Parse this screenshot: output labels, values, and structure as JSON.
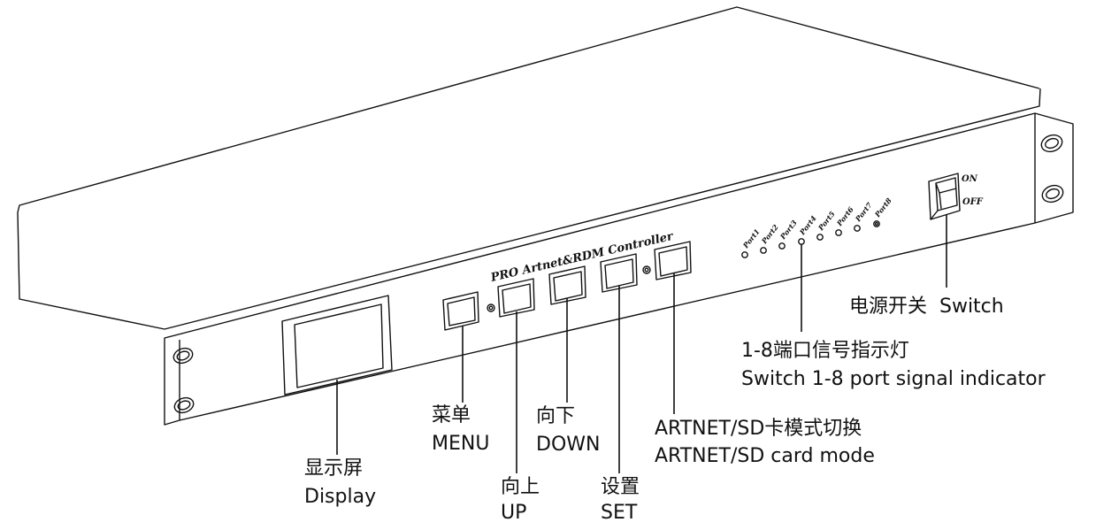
{
  "device": {
    "brand_text": "PRO Artnet&RDM Controller",
    "switch_on": "ON",
    "switch_off": "OFF",
    "port_labels": [
      "Port1",
      "Port2",
      "Port3",
      "Port4",
      "Port5",
      "Port6",
      "Port7",
      "Port8"
    ]
  },
  "labels": {
    "display_cn": "显示屏",
    "display_en": "Display",
    "menu_cn": "菜单",
    "menu_en": "MENU",
    "up_cn": "向上",
    "up_en": "UP",
    "down_cn": "向下",
    "down_en": "DOWN",
    "set_cn": "设置",
    "set_en": "SET",
    "mode_cn": "ARTNET/SD卡模式切换",
    "mode_en": "ARTNET/SD card mode",
    "indicator_cn": "1-8端口信号指示灯",
    "indicator_en": "Switch 1-8 port signal indicator",
    "switch_label": "电源开关  Switch"
  }
}
